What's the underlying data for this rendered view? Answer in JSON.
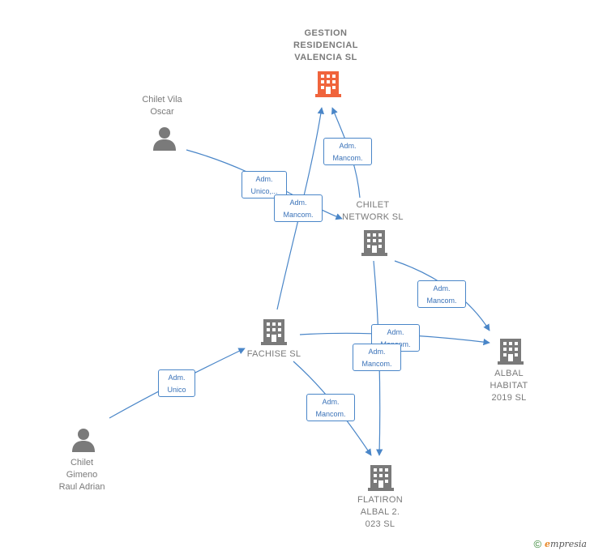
{
  "colors": {
    "edge": "#4a86c8",
    "node_company": "#7a7a7a",
    "node_main": "#f0643c",
    "node_person": "#7a7a7a"
  },
  "nodes": {
    "gestion": {
      "label": "GESTION\nRESIDENCIAL\nVALENCIA  SL",
      "icon": "building-icon"
    },
    "chilet_vila": {
      "label": "Chilet Vila\nOscar",
      "icon": "person-icon"
    },
    "chilet_network": {
      "label": "CHILET\nNETWORK SL",
      "icon": "building-icon"
    },
    "fachise": {
      "label": "FACHISE  SL",
      "icon": "building-icon"
    },
    "albal_habitat": {
      "label": "ALBAL\nHABITAT\n2019  SL",
      "icon": "building-icon"
    },
    "chilet_gimeno": {
      "label": "Chilet\nGimeno\nRaul Adrian",
      "icon": "person-icon"
    },
    "flatiron": {
      "label": "FLATIRON\nALBAL 2.\n023  SL",
      "icon": "building-icon"
    }
  },
  "edges": [
    {
      "line1": "Adm.",
      "line2": "Mancom."
    },
    {
      "line1": "Adm.",
      "line2": "Unico,..."
    },
    {
      "line1": "Adm.",
      "line2": "Mancom."
    },
    {
      "line1": "Adm.",
      "line2": "Mancom."
    },
    {
      "line1": "Adm.",
      "line2": "Mancom."
    },
    {
      "line1": "Adm.",
      "line2": "Mancom."
    },
    {
      "line1": "Adm.",
      "line2": "Unico"
    },
    {
      "line1": "Adm.",
      "line2": "Mancom."
    }
  ],
  "footer": {
    "copyright": "©",
    "brand_initial": "e",
    "brand_rest": "mpresia"
  }
}
